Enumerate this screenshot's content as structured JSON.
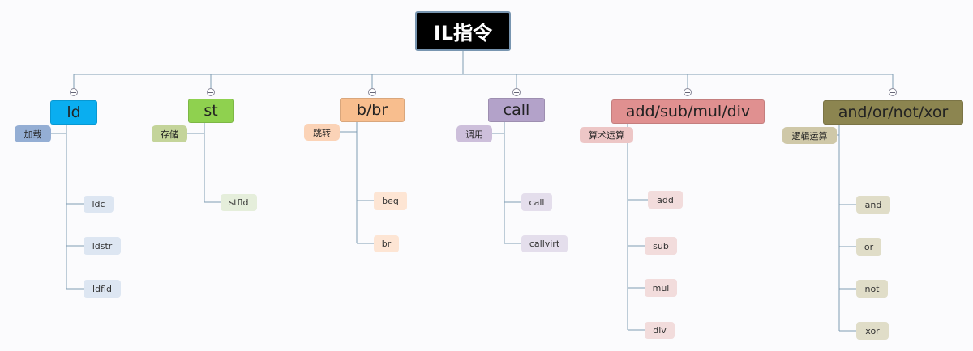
{
  "root": "IL指令",
  "branches": [
    {
      "title": "ld",
      "category": "加载",
      "items": [
        "ldc",
        "ldstr",
        "ldfld"
      ],
      "color": "#0aaef0"
    },
    {
      "title": "st",
      "category": "存储",
      "items": [
        "stfld"
      ],
      "color": "#8fd14f"
    },
    {
      "title": "b/br",
      "category": "跳转",
      "items": [
        "beq",
        "br"
      ],
      "color": "#f8be8e"
    },
    {
      "title": "call",
      "category": "调用",
      "items": [
        "call",
        "callvirt"
      ],
      "color": "#b3a2c9"
    },
    {
      "title": "add/sub/mul/div",
      "category": "算术运算",
      "items": [
        "add",
        "sub",
        "mul",
        "div"
      ],
      "color": "#e09090"
    },
    {
      "title": "and/or/not/xor",
      "category": "逻辑运算",
      "items": [
        "and",
        "or",
        "not",
        "xor"
      ],
      "color": "#8c8550"
    }
  ]
}
